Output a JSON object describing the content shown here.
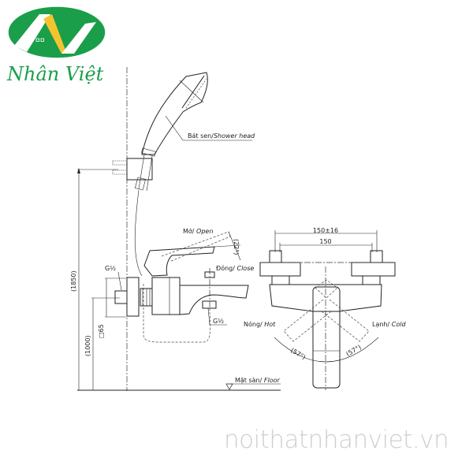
{
  "logo": {
    "brand": "Nhân Việt",
    "colors": {
      "green": "#1a9e4a",
      "yellow": "#f5c330"
    }
  },
  "labels": {
    "shower_head": "Bát sen/",
    "shower_head_en": "Shower head",
    "open": "Mở/ ",
    "open_en": "Open",
    "angle_lever": "(22°)",
    "close": "Đóng/ ",
    "close_en": "Close",
    "g_half_inlet": "G½",
    "g_half_outlet": "G½",
    "floor": "Mặt sàn/ ",
    "floor_en": "Floor",
    "hot": "Nóng/ ",
    "hot_en": "Hot",
    "cold": "Lạnh/ ",
    "cold_en": "Cold",
    "angle_hot": "(57°)",
    "angle_cold": "(57°)"
  },
  "dimensions": {
    "height_total": "(1850)",
    "height_faucet": "(1000)",
    "flange_size": "□65",
    "center_range": "150±16",
    "center": "150"
  },
  "watermark": "noithatnhanviet.vn"
}
